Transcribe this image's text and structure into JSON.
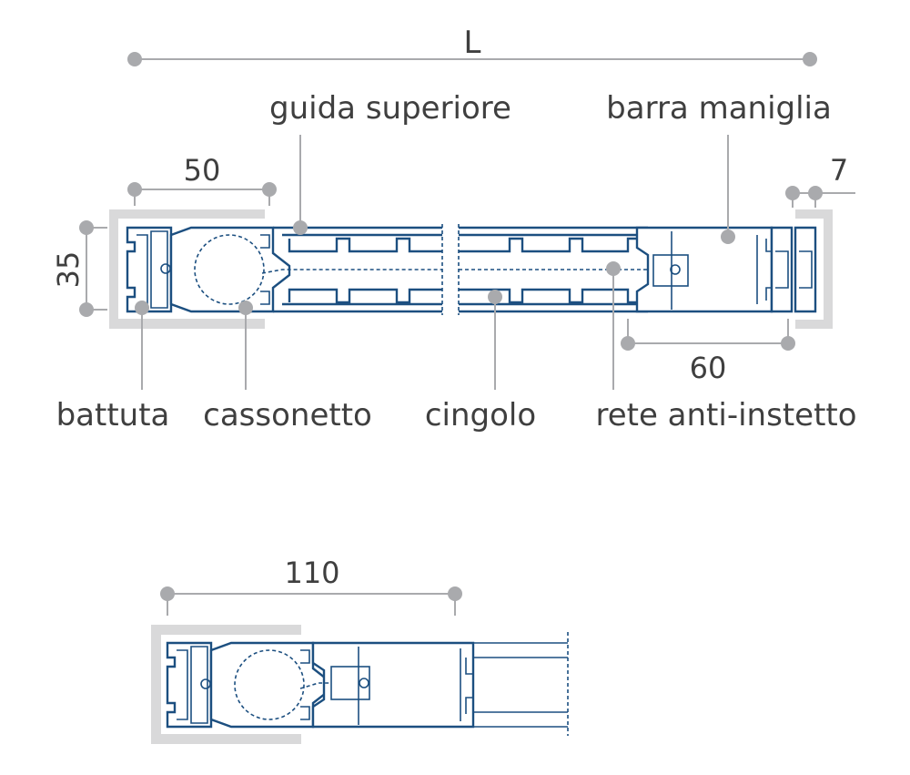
{
  "labels": {
    "overall_length": "L",
    "top_rail": "guida superiore",
    "handle_bar": "barra maniglia",
    "stop_profile": "battuta",
    "box": "cassonetto",
    "belt": "cingolo",
    "insect_net": "rete anti-instetto"
  },
  "dimensions": {
    "box_width": "50",
    "height": "35",
    "gap": "7",
    "handle_width": "60",
    "compact_width": "110"
  },
  "colors": {
    "profile": "#1c4f80",
    "dimension": "#a9aaad",
    "frame": "#d9d9da",
    "text": "#3f3f3f"
  }
}
